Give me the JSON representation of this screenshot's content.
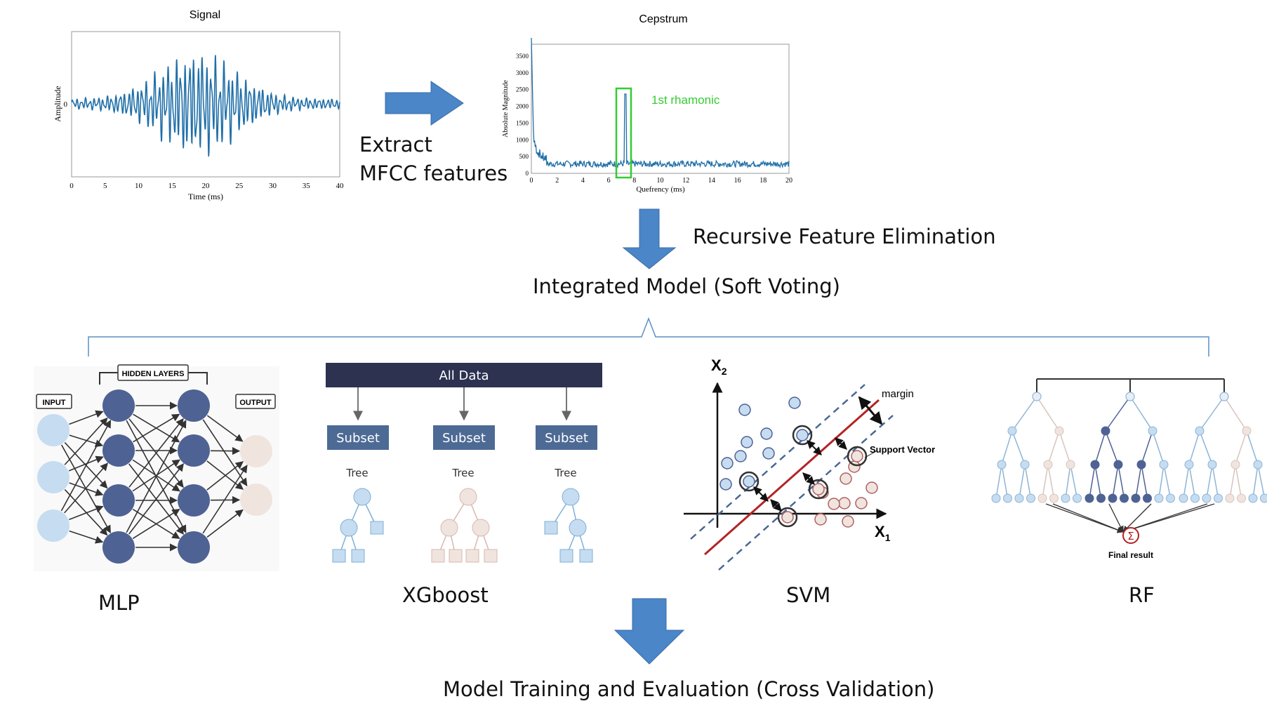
{
  "signal_chart": {
    "title": "Signal",
    "xlabel": "Time (ms)",
    "ylabel": "Amplitude",
    "y_tick": "0",
    "x_ticks": [
      "0",
      "5",
      "10",
      "15",
      "20",
      "25",
      "30",
      "35",
      "40"
    ]
  },
  "extract_label": {
    "line1": "Extract",
    "line2": "MFCC features"
  },
  "cepstrum_chart": {
    "title": "Cepstrum",
    "xlabel": "Quefrency (ms)",
    "ylabel": "Absolute Magnitude",
    "annotation": "1st rhamonic",
    "x_ticks": [
      "0",
      "2",
      "4",
      "6",
      "8",
      "10",
      "12",
      "14",
      "16",
      "18",
      "20"
    ],
    "y_ticks": [
      "0",
      "500",
      "1000",
      "1500",
      "2000",
      "2500",
      "3000",
      "3500"
    ]
  },
  "rfe_label": "Recursive Feature Elimination",
  "integrated_label": "Integrated Model (Soft Voting)",
  "mlp": {
    "hidden": "HIDDEN LAYERS",
    "input": "INPUT",
    "output": "OUTPUT",
    "caption": "MLP"
  },
  "xgb": {
    "all_data": "All Data",
    "subset": "Subset",
    "tree": "Tree",
    "caption": "XGboost"
  },
  "svm": {
    "x1": "X",
    "x1_sub": "1",
    "x2": "X",
    "x2_sub": "2",
    "margin": "margin",
    "support": "Support Vector",
    "caption": "SVM"
  },
  "rf": {
    "sigma": "Σ",
    "final": "Final result",
    "caption": "RF"
  },
  "final_label": "Model Training and Evaluation (Cross Validation)",
  "colors": {
    "arrow": "#4a86c8",
    "node_dark": "#4e6294",
    "node_light": "#c6dcf0",
    "node_cream": "#f0e4df",
    "subset": "#4d6a95",
    "all_data": "#2c3250",
    "svm_line": "#b32424",
    "harmonic": "#33cc33",
    "signal": "#1f6fa8"
  }
}
